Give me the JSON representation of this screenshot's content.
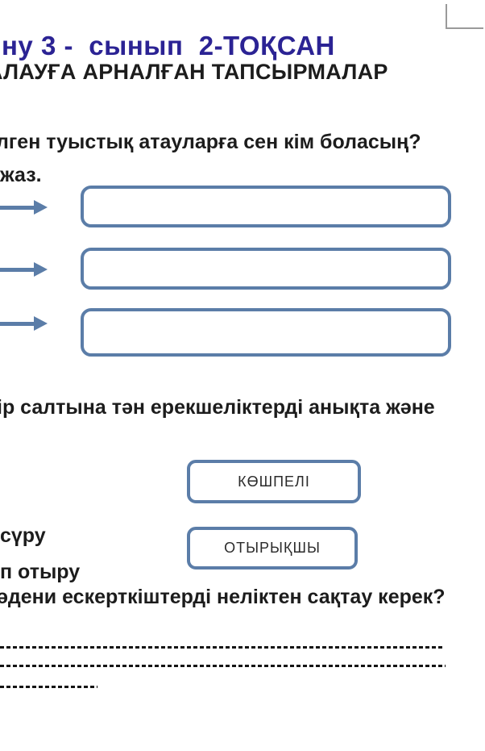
{
  "colors": {
    "accent_blue": "#5b7da8",
    "title_navy": "#2b2394",
    "text_black": "#1c1c1c",
    "corner_gray": "#9a9a9a"
  },
  "header": {
    "title_line1": "ну 3 -  сынып  2-ТОҚСАН",
    "title_line2": "АЛАУҒА АРНАЛҒАН ТАПСЫРМАЛАР"
  },
  "task1": {
    "question_line1": "лген туыстық атауларға сен кім боласың?",
    "question_line2": "жаз.",
    "answer_boxes": [
      "",
      "",
      ""
    ]
  },
  "task2": {
    "question": "ір салтына тән ерекшеліктерді анықта және",
    "fragment_top": "сүру",
    "fragment_bottom": "п отыру",
    "options": [
      {
        "label": "КӨШПЕЛІ"
      },
      {
        "label": "ОТЫРЫҚШЫ"
      }
    ]
  },
  "task3": {
    "question": "әдени ескерткіштерді неліктен сақтау керек?",
    "answer_line_count": 3
  }
}
